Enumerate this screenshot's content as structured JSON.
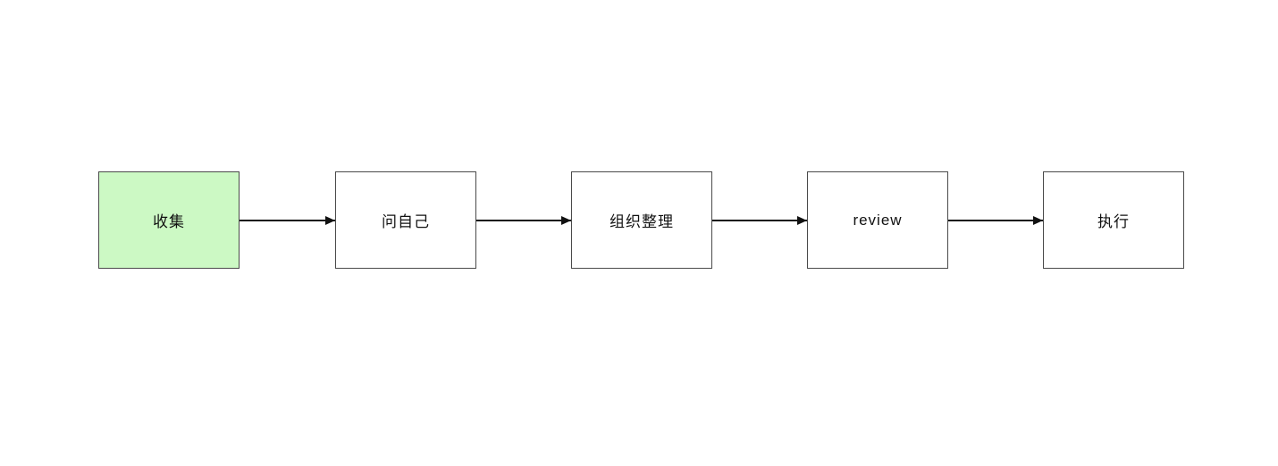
{
  "diagram": {
    "type": "flowchart",
    "direction": "left-to-right",
    "colors": {
      "background": "#ffffff",
      "node_border": "#4a4a4a",
      "node_fill_default": "#ffffff",
      "node_fill_highlight": "#ccf9c4",
      "edge": "#111111",
      "text": "#111111"
    },
    "nodes": [
      {
        "id": "collect",
        "label": "收集",
        "fill": "#ccf9c4"
      },
      {
        "id": "ask-yourself",
        "label": "问自己",
        "fill": "#ffffff"
      },
      {
        "id": "organize",
        "label": "组织整理",
        "fill": "#ffffff"
      },
      {
        "id": "review",
        "label": "review",
        "fill": "#ffffff"
      },
      {
        "id": "execute",
        "label": "执行",
        "fill": "#ffffff"
      }
    ],
    "edges": [
      {
        "from": "collect",
        "to": "ask-yourself",
        "style": "solid-arrow"
      },
      {
        "from": "ask-yourself",
        "to": "organize",
        "style": "solid-arrow"
      },
      {
        "from": "organize",
        "to": "review",
        "style": "solid-arrow"
      },
      {
        "from": "review",
        "to": "execute",
        "style": "solid-arrow"
      }
    ]
  }
}
